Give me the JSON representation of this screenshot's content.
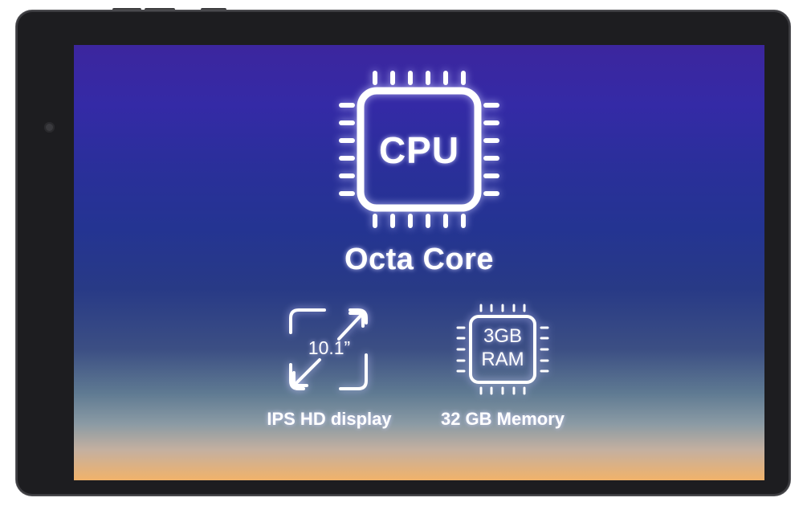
{
  "screen": {
    "cpu_icon_text": "CPU",
    "cpu_title": "Octa Core",
    "features": [
      {
        "icon": "screen-size-icon",
        "icon_text": "10.1”",
        "label": "IPS HD display"
      },
      {
        "icon": "ram-chip-icon",
        "icon_text_line1": "3GB",
        "icon_text_line2": "RAM",
        "label": "32 GB Memory"
      }
    ]
  },
  "colors": {
    "bezel": "#1d1d20",
    "gradient_top": "#3c269e",
    "gradient_bottom": "#f1b26a",
    "icon": "#ffffff"
  }
}
